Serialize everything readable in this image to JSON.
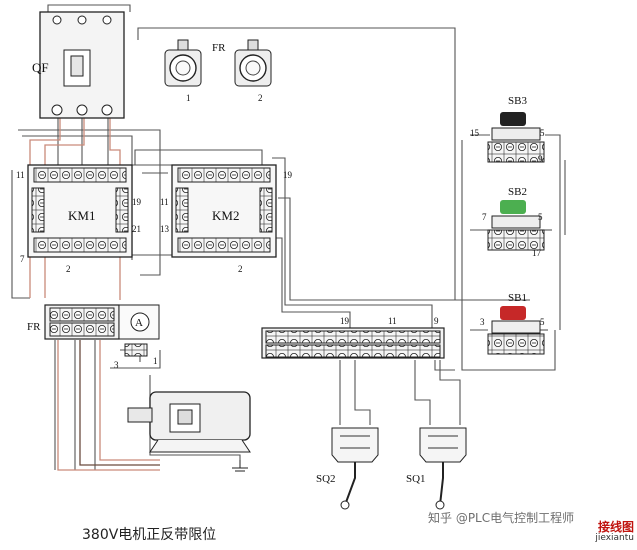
{
  "diagram": {
    "caption": "380V电机正反带限位",
    "watermark": "知乎 @PLC电气控制工程师",
    "logo_brand": "接线图",
    "logo_domain": "jiexiantu",
    "labels": {
      "qf": "QF",
      "fr_top": "FR",
      "fr_left": "FR",
      "km1": "KM1",
      "km2": "KM2",
      "sb1": "SB1",
      "sb2": "SB2",
      "sb3": "SB3",
      "sq1": "SQ1",
      "sq2": "SQ2",
      "ammeter": "A"
    },
    "terminal_numbers": {
      "fr_t1": "1",
      "fr_t2": "2",
      "n11": "11",
      "n7": "7",
      "n19_km1": "19",
      "n21": "21",
      "n2_km1": "2",
      "n11_km2": "11",
      "n13": "13",
      "n19_km2": "19",
      "n2_km2": "2",
      "n3_fr": "3",
      "n1_fr": "1",
      "n19_block": "19",
      "n11_block": "11",
      "n9_block": "9",
      "sb3_15": "15",
      "sb3_5": "5",
      "sb3_9": "9",
      "sb2_7": "7",
      "sb2_5": "5",
      "sb2_17": "17",
      "sb1_3": "3",
      "sb1_5": "5"
    },
    "colors": {
      "wire": "#555555",
      "phase_red": "#c98a7a",
      "phase_dark": "#6b4b3e",
      "stop_button": "#c62828",
      "start_fwd_button": "#4caf50",
      "start_rev_button": "#222222"
    }
  }
}
